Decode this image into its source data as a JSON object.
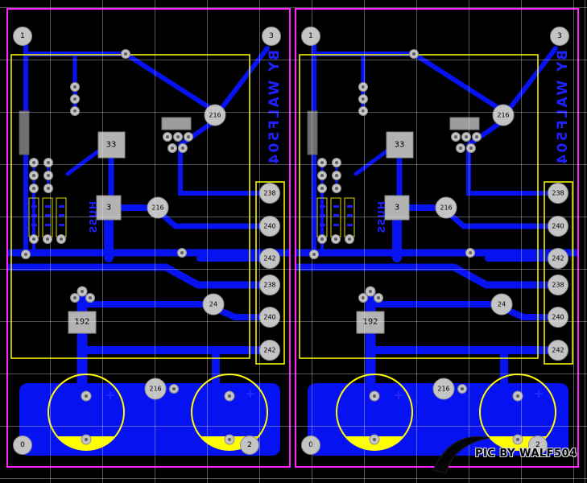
{
  "palette": {
    "background": "#000000",
    "grid_line": "#8f8f8f",
    "copper_trace": "#0712f2",
    "pad": "#c4c4c4",
    "silkscreen": "#ffff00",
    "board_outline": "#ff22ff"
  },
  "board": {
    "corner_pads": {
      "top_left": "1",
      "top_right": "3",
      "bottom_left": "0",
      "bottom_right": "2"
    },
    "ics": {
      "u1": "33",
      "u2": "3",
      "u3": "192"
    },
    "pads": {
      "p1": "216",
      "p2": "216",
      "p3": "24",
      "p4": "216"
    },
    "connector": {
      "pins": [
        "238",
        "240",
        "242",
        "238",
        "240",
        "242"
      ]
    },
    "side_text": "BY WALF504",
    "silk_text": "HUSS",
    "plus_mark": "+"
  },
  "watermark": {
    "text": "PIC BY WALF504"
  }
}
